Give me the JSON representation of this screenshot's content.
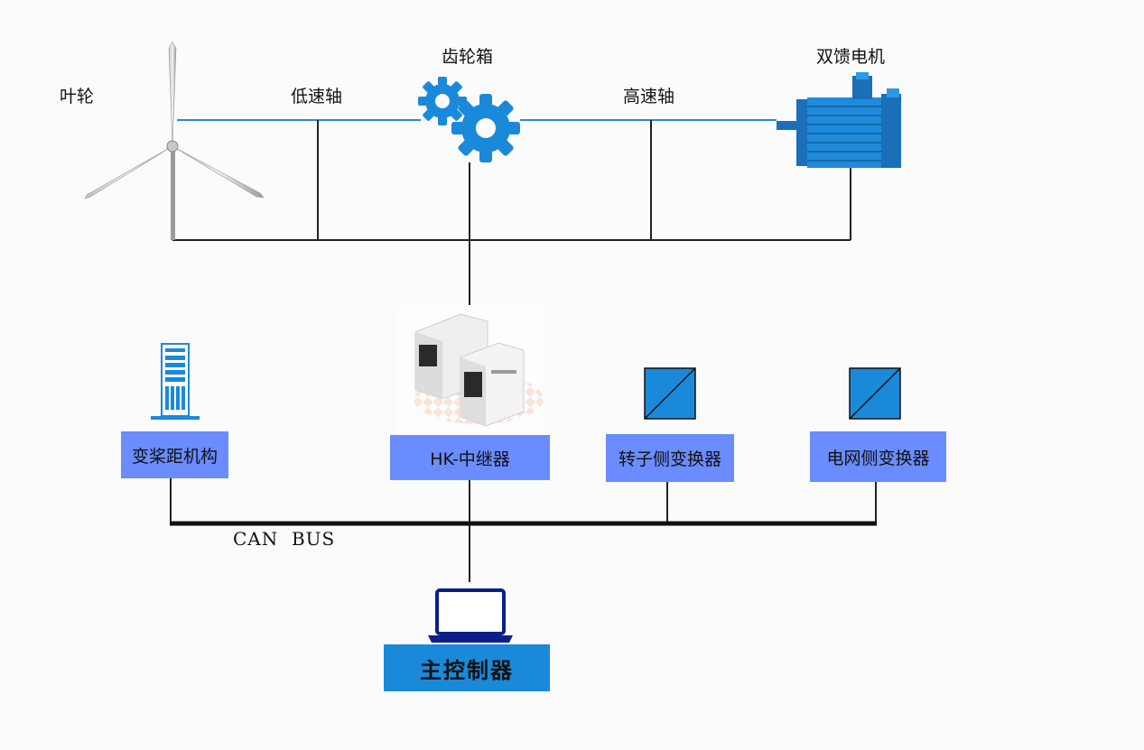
{
  "labels": {
    "impeller": "叶轮",
    "low_speed_shaft": "低速轴",
    "gearbox": "齿轮箱",
    "high_speed_shaft": "高速轴",
    "dfig": "双馈电机",
    "can_bus": "CAN  BUS"
  },
  "nodes": {
    "pitch": "变桨距机构",
    "repeater": "HK-中继器",
    "rotor_converter": "转子侧变换器",
    "grid_converter": "电网侧变换器",
    "main_controller": "主控制器"
  },
  "icons": {
    "turbine": "wind-turbine-icon",
    "gear": "gear-icon",
    "motor": "motor-icon",
    "cabinet": "server-cabinet-icon",
    "device": "din-rail-module-icon",
    "converter": "converter-icon",
    "laptop": "laptop-icon"
  },
  "colors": {
    "shaft_line": "#2f86d6",
    "node_box": "#6a8cff",
    "main_box": "#1a89da",
    "icon_blue": "#1a89da",
    "laptop": "#0b1f8a"
  }
}
